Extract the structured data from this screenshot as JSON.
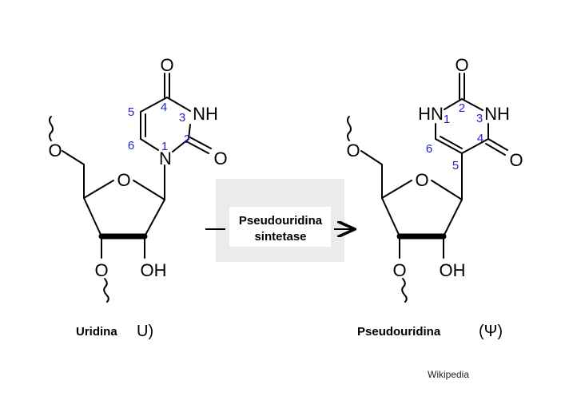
{
  "uridine": {
    "name": "Uridina",
    "symbol": "U)",
    "atoms": {
      "o_top": "O",
      "nh": "NH",
      "n1": "N",
      "o_right": "O",
      "o_ring": "O",
      "o_left": "O",
      "oh": "OH",
      "o_bottom": "O"
    },
    "numbers": {
      "n1": "1",
      "n2": "2",
      "n3": "3",
      "n4": "4",
      "n5": "5",
      "n6": "6"
    }
  },
  "enzyme": {
    "line1": "Pseudouridina",
    "line2": "sintetase"
  },
  "pseudouridine": {
    "name": "Pseudouridina",
    "symbol": "(Ψ)",
    "atoms": {
      "o_top": "O",
      "hn": "HN",
      "nh": "NH",
      "o_right": "O",
      "o_ring": "O",
      "o_left": "O",
      "oh": "OH",
      "o_bottom": "O"
    },
    "numbers": {
      "n1": "1",
      "n2": "2",
      "n3": "3",
      "n4": "4",
      "n5": "5",
      "n6": "6"
    }
  },
  "credit": "Wikipedia",
  "colors": {
    "numbers": "#2424c8",
    "enzyme_box": "#ebebeb",
    "bonds": "#000000"
  }
}
